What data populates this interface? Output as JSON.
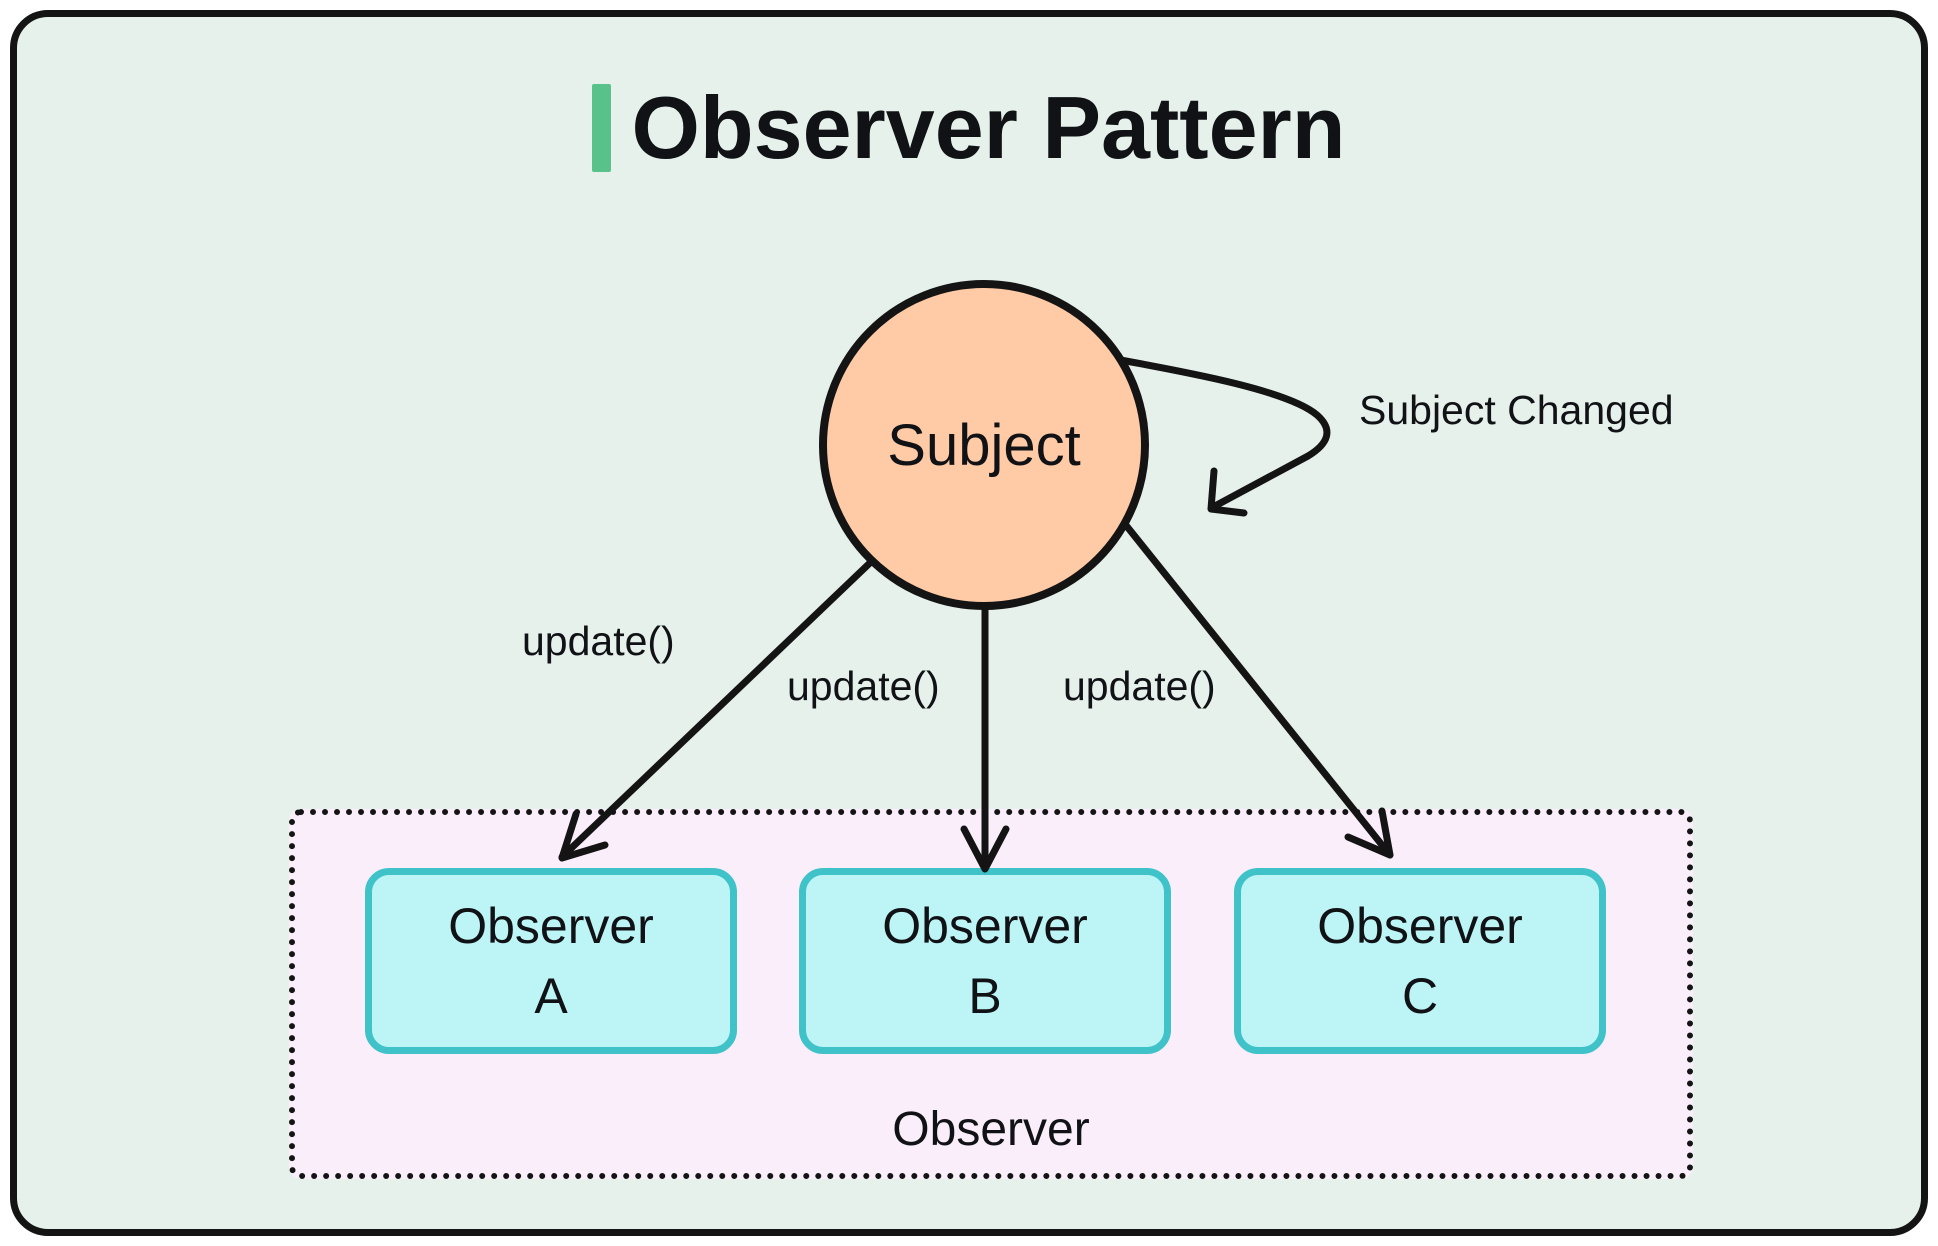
{
  "title": {
    "text": "Observer Pattern",
    "accent_color": "#58C28A"
  },
  "subject": {
    "label": "Subject",
    "fill_color": "#FFCBA6"
  },
  "annotations": {
    "subject_changed": "Subject Changed",
    "updates": [
      "update()",
      "update()",
      "update()"
    ]
  },
  "observer_group": {
    "label": "Observer",
    "fill_color": "#FAEEFB",
    "box_fill_color": "#BDF5F7",
    "box_border_color": "#3FC2C8",
    "items": [
      {
        "line1": "Observer",
        "line2": "A"
      },
      {
        "line1": "Observer",
        "line2": "B"
      },
      {
        "line1": "Observer",
        "line2": "C"
      }
    ]
  },
  "colors": {
    "background": "#E7F1EC",
    "outline": "#141414"
  }
}
